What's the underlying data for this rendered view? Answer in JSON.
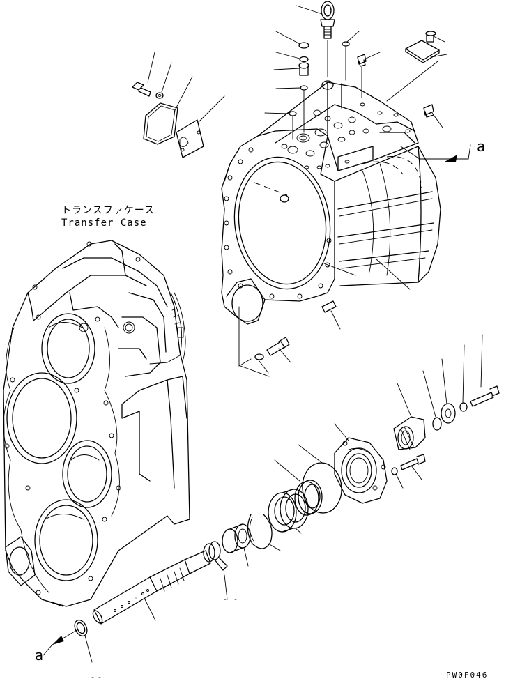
{
  "diagram": {
    "caption_jp": "トランスファケース",
    "caption_en": "Transfer Case",
    "ref_mark_right": "a",
    "ref_mark_left": "a",
    "drawing_code": "PW0F046"
  }
}
